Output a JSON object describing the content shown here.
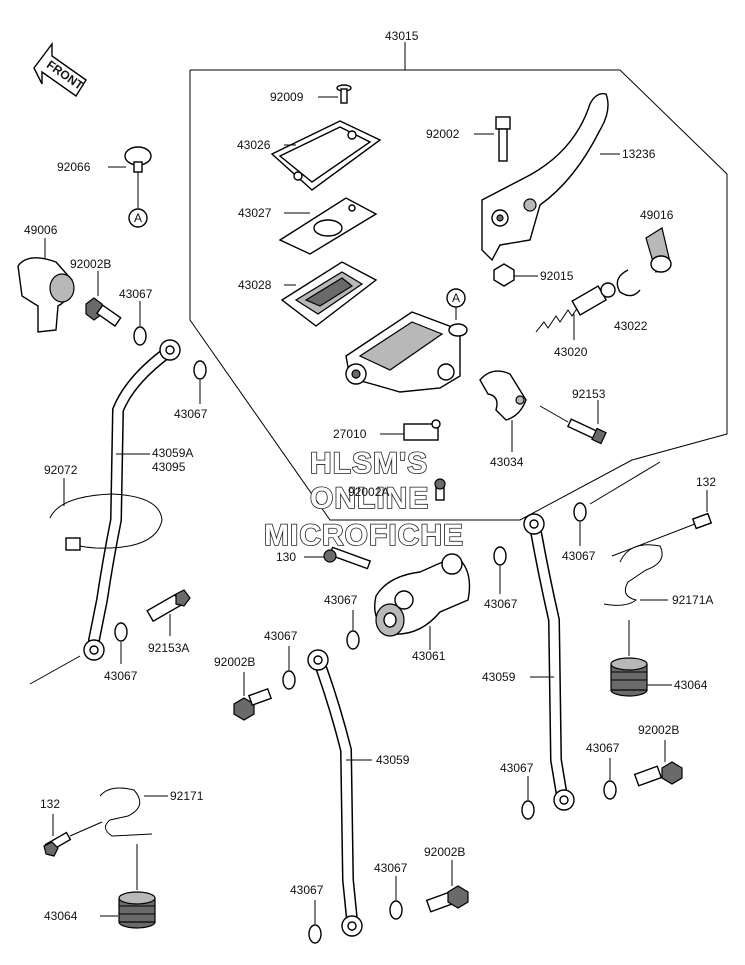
{
  "diagram": {
    "front_arrow_text": "FRONT",
    "ref_marker": "A",
    "watermark": [
      "HLSM'S",
      "ONLINE",
      "MICROFICHE"
    ],
    "labels": {
      "p43015": "43015",
      "p92009": "92009",
      "p43026": "43026",
      "p92002a": "92002",
      "p13236": "13236",
      "p43027": "43027",
      "p49016": "49016",
      "p43028": "43028",
      "p92015": "92015",
      "p43022": "43022",
      "p43020": "43020",
      "p92153": "92153",
      "p27010": "27010",
      "p43034": "43034",
      "p92002c": "92002A",
      "p92066": "92066",
      "p49006": "49006",
      "p92002b1": "92002B",
      "p43067a": "43067",
      "p43067b": "43067",
      "p43059a": "43059A",
      "p43095": "43095",
      "p92072": "92072",
      "p132a": "132",
      "p130": "130",
      "p43067c": "43067",
      "p92171a": "92171A",
      "p43067d": "43067",
      "p43067e": "43067",
      "p92153a": "92153A",
      "p43061": "43061",
      "p43067f": "43067",
      "p43067g": "43067",
      "p92002b2": "92002B",
      "p43064a": "43064",
      "p43059b": "43059",
      "p43059c": "43059",
      "p92002b3": "92002B",
      "p43067h": "43067",
      "p43067i": "43067",
      "p132b": "132",
      "p92171": "92171",
      "p43064b": "43064",
      "p43067j": "43067",
      "p43067k": "43067",
      "p92002b4": "92002B"
    }
  }
}
